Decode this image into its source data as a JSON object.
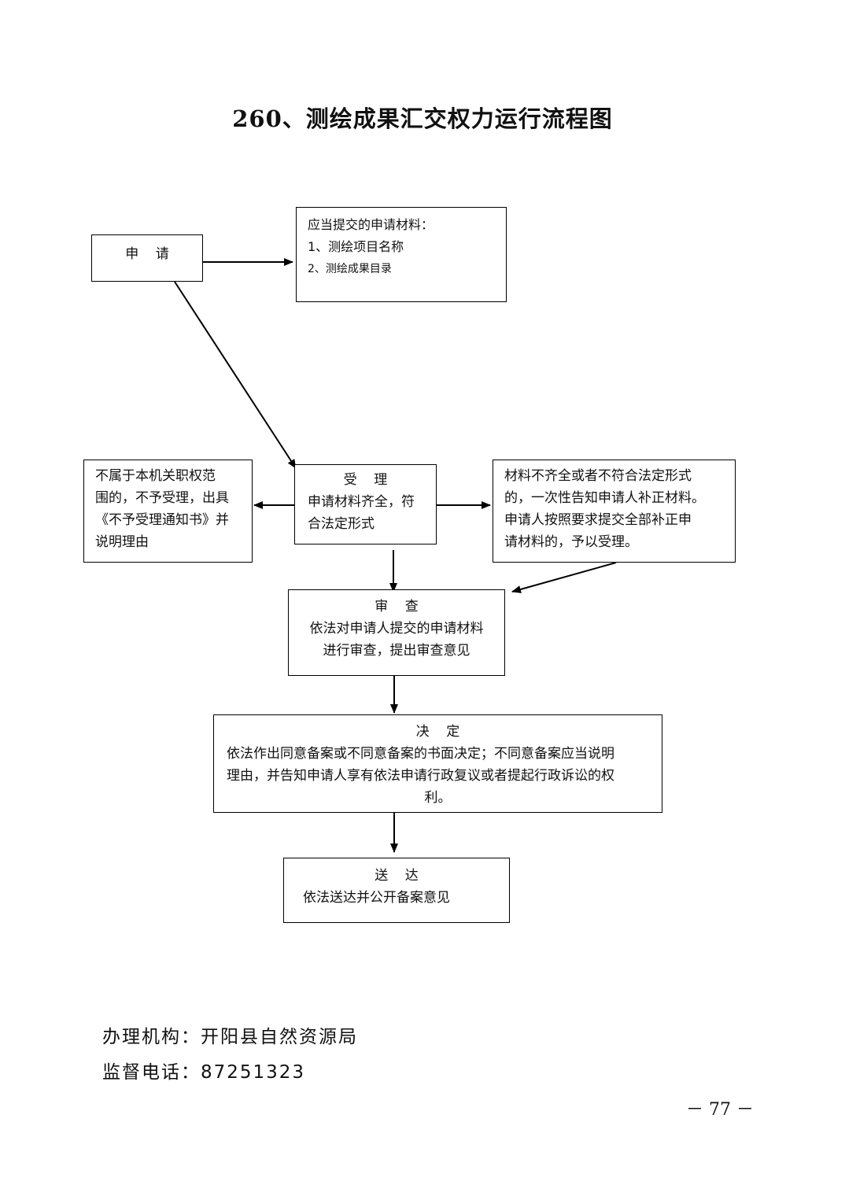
{
  "title": "260、测绘成果汇交权力运行流程图",
  "nodes": {
    "apply": {
      "label": "申    请"
    },
    "materials": {
      "heading": "应当提交的申请材料：",
      "item1": "1、测绘项目名称",
      "item2": "2、测绘成果目录"
    },
    "reject": {
      "line1": "不属于本机关职权范",
      "line2": "围的，不予受理，出具",
      "line3": "《不予受理通知书》并",
      "line4": "说明理由"
    },
    "accept": {
      "label": "受    理",
      "line1": "申请材料齐全，符",
      "line2": "合法定形式"
    },
    "supplement": {
      "line1": "材料不齐全或者不符合法定形式",
      "line2": "的，一次性告知申请人补正材料。",
      "line3": "申请人按照要求提交全部补正申",
      "line4": "请材料的，予以受理。"
    },
    "review": {
      "label": "审    查",
      "line1": "依法对申请人提交的申请材料",
      "line2": "进行审查，提出审查意见"
    },
    "decision": {
      "label": "决    定",
      "line1": "依法作出同意备案或不同意备案的书面决定；不同意备案应当说明",
      "line2": "理由，并告知申请人享有依法申请行政复议或者提起行政诉讼的权",
      "line3": "利。"
    },
    "deliver": {
      "label": "送    达",
      "line1": "依法送达并公开备案意见"
    }
  },
  "footer": {
    "agency": "办理机构：开阳县自然资源局",
    "phone": "监督电话：87251323"
  },
  "page_number": "－ 77 －"
}
